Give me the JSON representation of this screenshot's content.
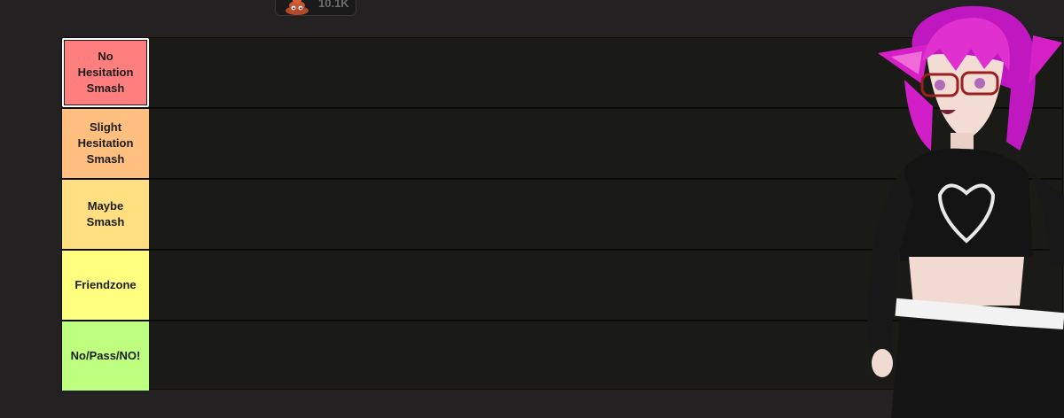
{
  "top_badge": {
    "icon": "poop-icon",
    "count": "10.1K"
  },
  "tiers": [
    {
      "label": "No\nHesitation\nSmash",
      "color": "#ff7f7f",
      "selected": true
    },
    {
      "label": "Slight\nHesitation\nSmash",
      "color": "#ffbf7f",
      "selected": false
    },
    {
      "label": "Maybe\nSmash",
      "color": "#ffdf7f",
      "selected": false
    },
    {
      "label": "Friendzone",
      "color": "#ffff7f",
      "selected": false
    },
    {
      "label": "No/Pass/NO!",
      "color": "#bfff7f",
      "selected": false
    }
  ],
  "character": {
    "description_icon": "vtuber-avatar",
    "hair_color": "#d21ec8",
    "outfit_color": "#141414"
  }
}
